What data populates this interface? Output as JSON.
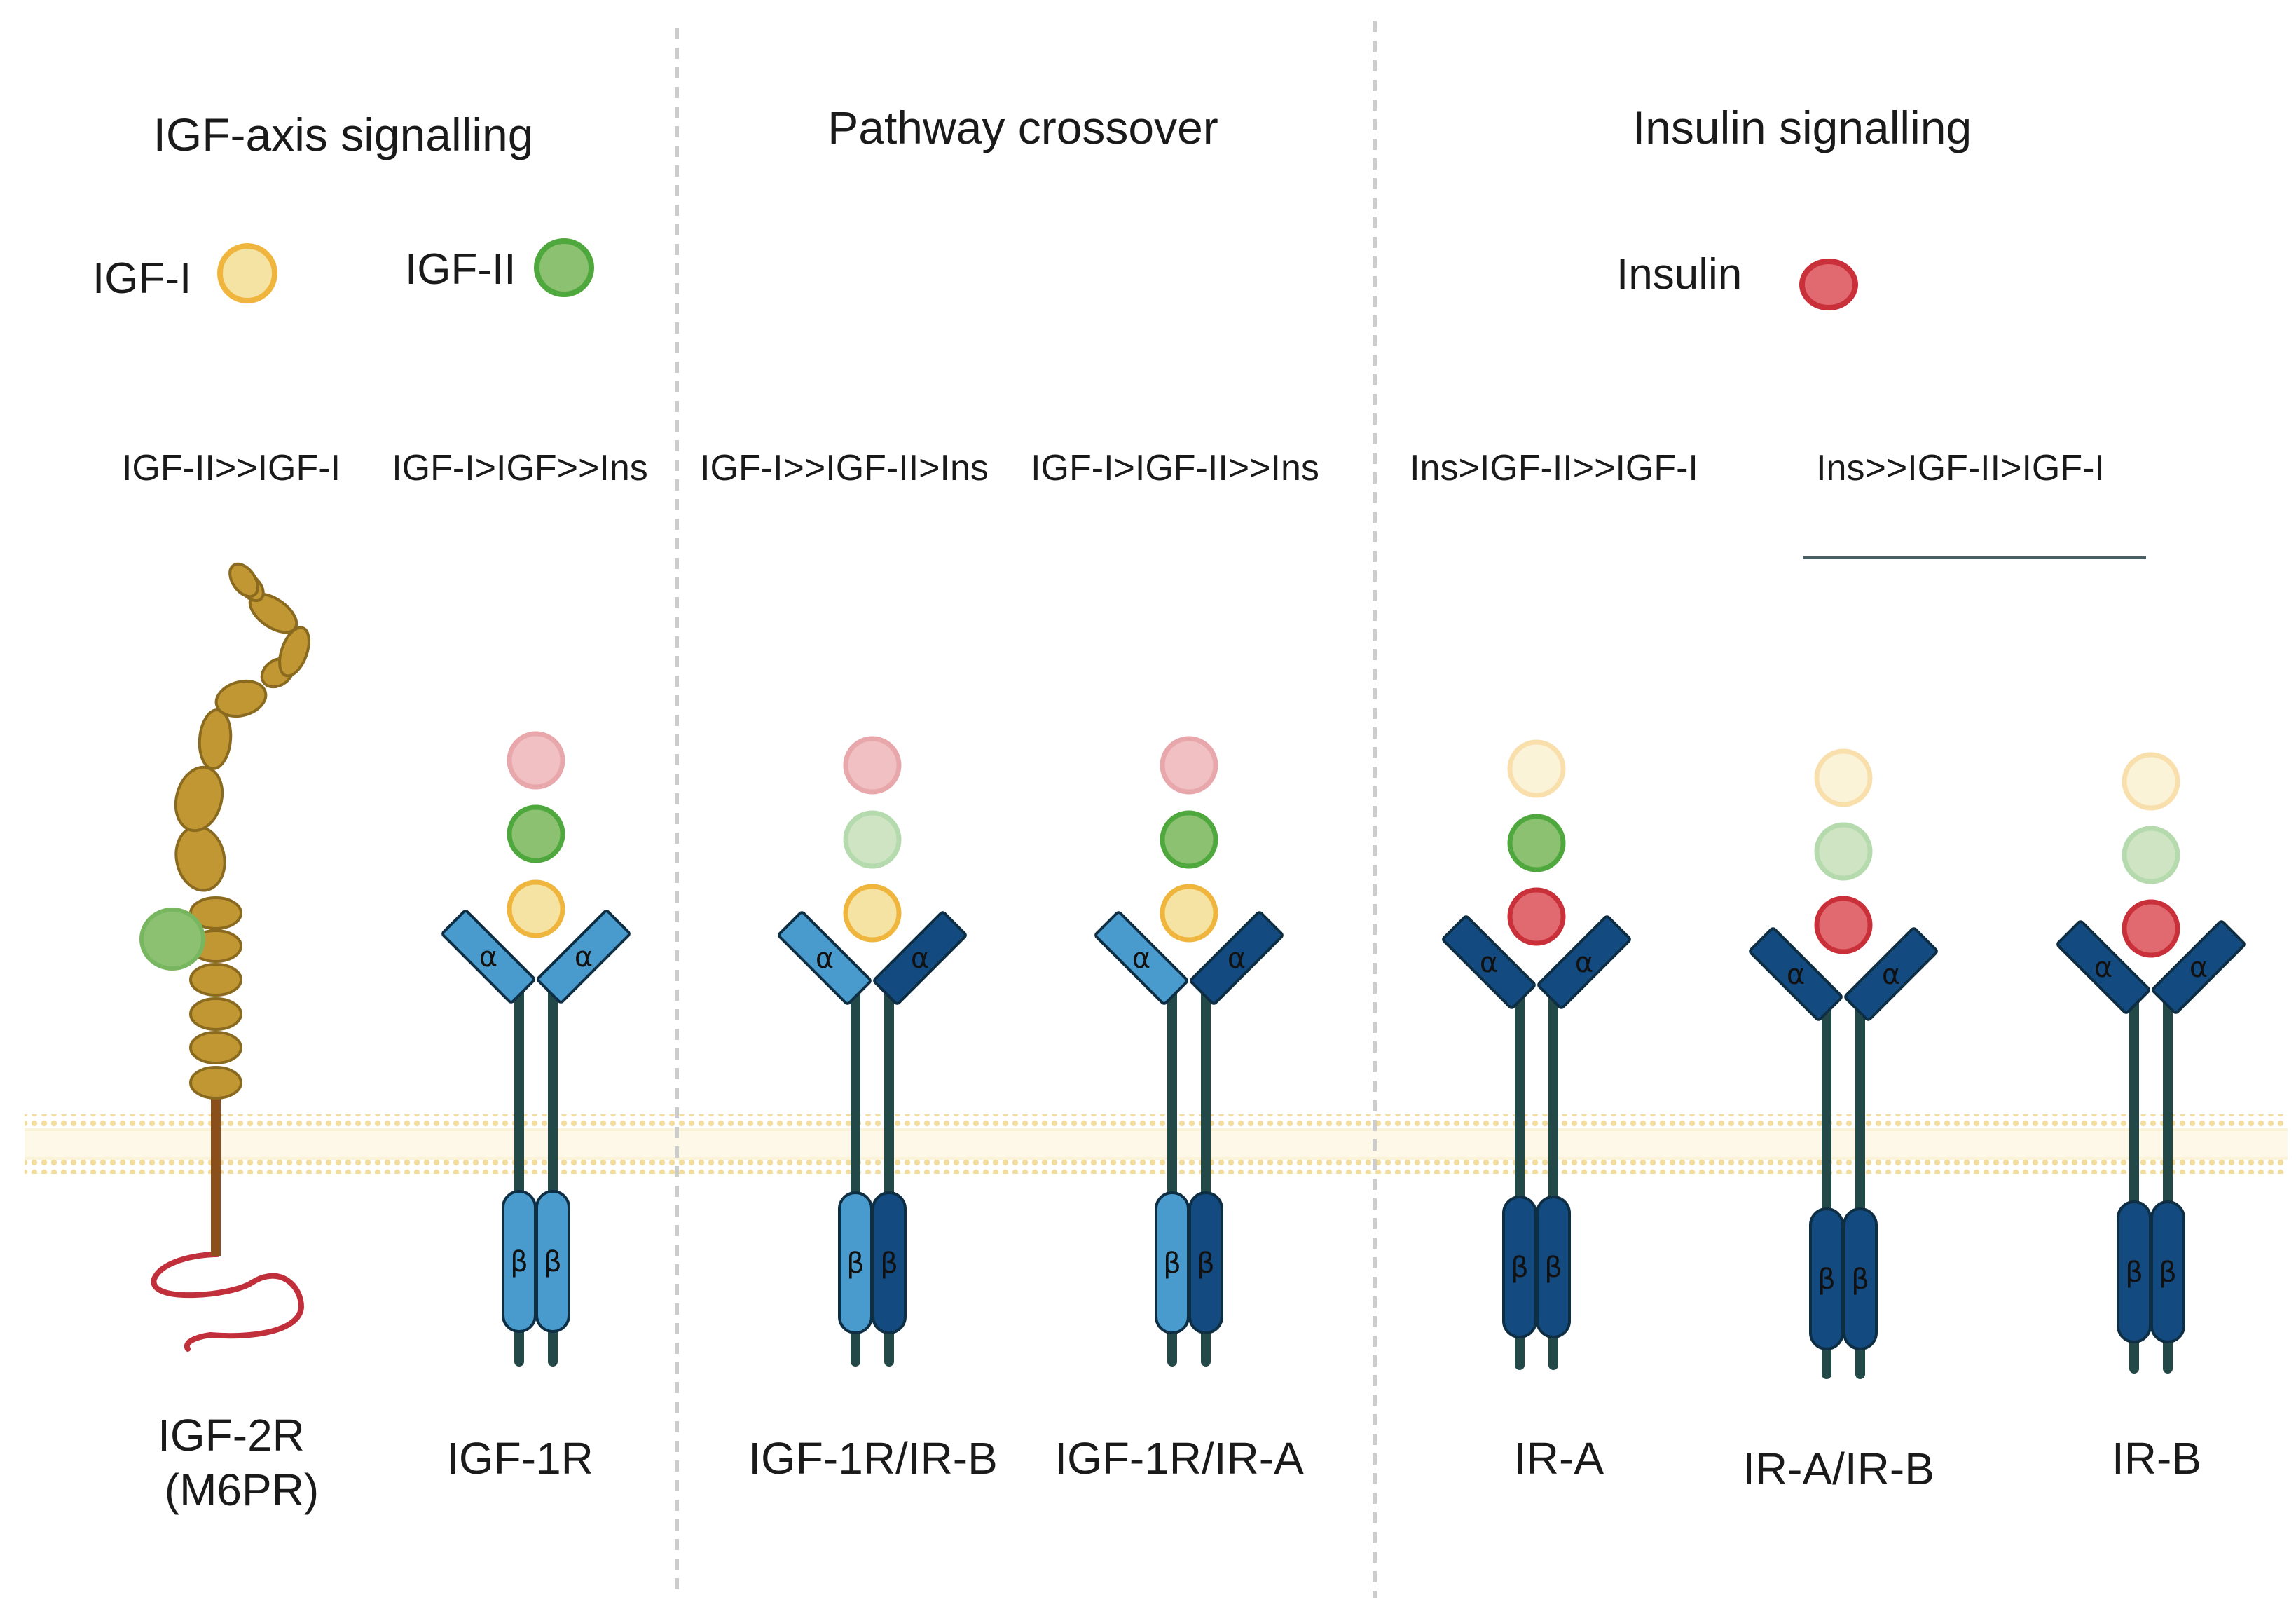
{
  "sections": {
    "igf_axis": "IGF-axis signalling",
    "crossover": "Pathway crossover",
    "insulin": "Insulin signalling"
  },
  "ligands": {
    "igf1": "IGF-I",
    "igf2": "IGF-II",
    "insulin": "Insulin"
  },
  "affinities": {
    "igf2r": "IGF-II>>IGF-I",
    "igf1r": "IGF-I>IGF>>Ins",
    "igf1r_irb": "IGF-I>>IGF-II>Ins",
    "igf1r_ira": "IGF-I>IGF-II>>Ins",
    "ira": "Ins>IGF-II>>IGF-I",
    "irb": "Ins>>IGF-II>IGF-I"
  },
  "receptors": {
    "igf2r_line1": "IGF-2R",
    "igf2r_line2": "(M6PR)",
    "igf1r": "IGF-1R",
    "igf1r_irb": "IGF-1R/IR-B",
    "igf1r_ira": "IGF-1R/IR-A",
    "ira": "IR-A",
    "ira_irb": "IR-A/IR-B",
    "irb": "IR-B"
  },
  "subunits": {
    "alpha": "α",
    "beta": "β"
  },
  "colors": {
    "igf1_fill": "#f5e3a4",
    "igf1_stroke": "#f0b53c",
    "igf2_fill": "#8cc172",
    "igf2_stroke": "#4fa83d",
    "ins_fill": "#e06a6f",
    "ins_stroke": "#c9303a",
    "igf1r_blue": "#4a9bcd",
    "ir_blue": "#134a80",
    "stalk": "#234848",
    "igf2r_gold": "#c19733",
    "membrane": "#f2dd9f"
  },
  "icons": {
    "membrane": "lipid-bilayer-membrane",
    "igf2r": "igf2r-chain-receptor",
    "receptor": "dimeric-receptor-y-shape"
  }
}
